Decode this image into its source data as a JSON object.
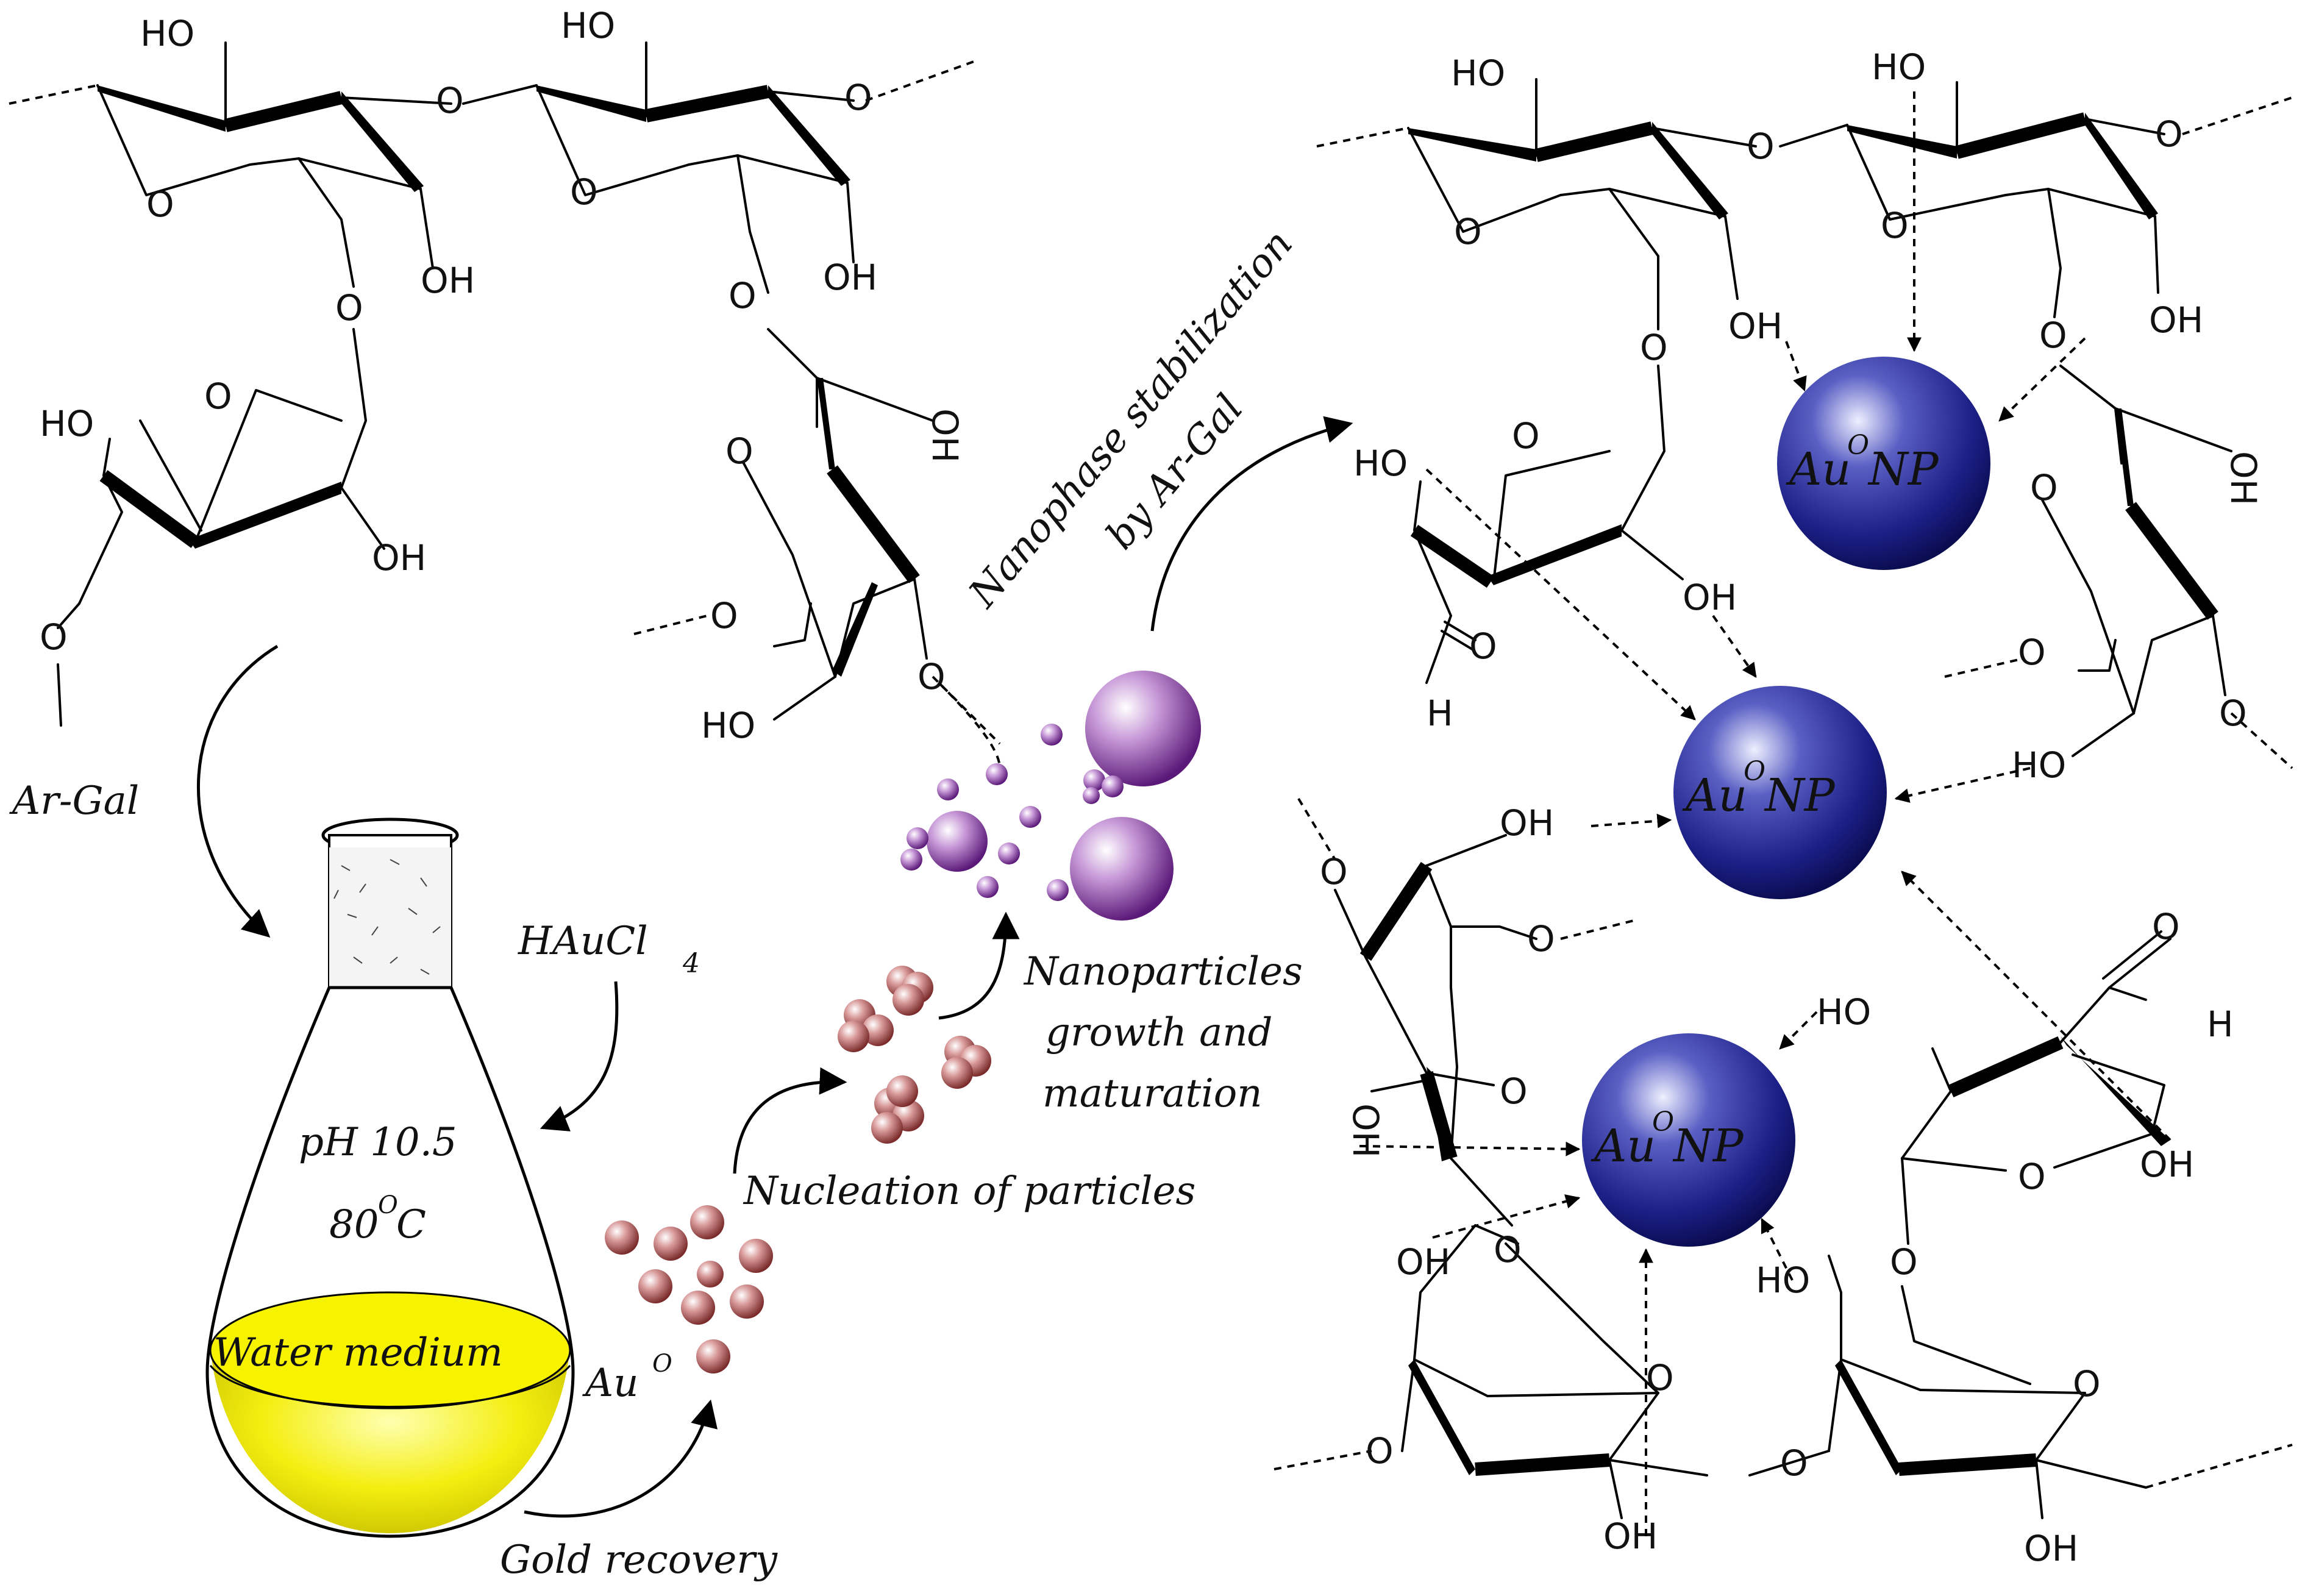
{
  "labels": {
    "ar_gal": "Ar-Gal",
    "haucl4_main": "HAuCl",
    "haucl4_sub": "4",
    "ph": "pH 10.5",
    "temp": "80",
    "temp_deg": "O",
    "temp_unit": " C",
    "water": "Water medium",
    "au0": "Au",
    "au0_sup": "O",
    "gold_recovery": "Gold recovery",
    "nucleation": "Nucleation of particles",
    "growth_1": "Nanoparticles",
    "growth_2": "growth and",
    "growth_3": "maturation",
    "stabilization_1": "Nanophase stabilization",
    "stabilization_2": "by Ar-Gal",
    "np_1": "Au",
    "np_2": "Au",
    "np_3": "Au",
    "np_sup": "O",
    "np_suffix": " NP"
  },
  "atoms": {
    "ho": "HO",
    "oh": "OH",
    "o": "O",
    "h": "H"
  },
  "colors": {
    "gold_np": "#1c1f86",
    "nucleus": "#a04848",
    "growing": "#7a2a9a",
    "solution": "#f2ea00"
  }
}
